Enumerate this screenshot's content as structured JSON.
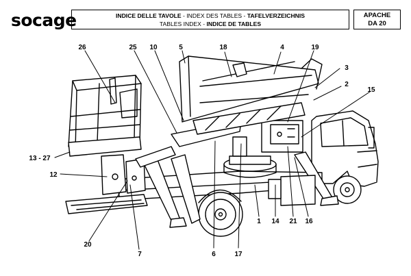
{
  "header": {
    "logo": "socage",
    "title_line1": [
      {
        "text": "INDICE DELLE TAVOLE",
        "bold": true
      },
      {
        "text": " - INDEX DES TABLES - ",
        "bold": false
      },
      {
        "text": "TAFELVERZEICHNIS",
        "bold": true
      }
    ],
    "title_line2": [
      {
        "text": "TABLES INDEX - ",
        "bold": false
      },
      {
        "text": "INDICE DE TABLES",
        "bold": true
      }
    ],
    "model": "APACHE",
    "code": "DA 20"
  },
  "callouts": [
    "26",
    "25",
    "10",
    "5",
    "18",
    "4",
    "19",
    "3",
    "2",
    "15",
    "13 - 27",
    "12",
    "20",
    "7",
    "6",
    "17",
    "1",
    "14",
    "21",
    "16"
  ]
}
